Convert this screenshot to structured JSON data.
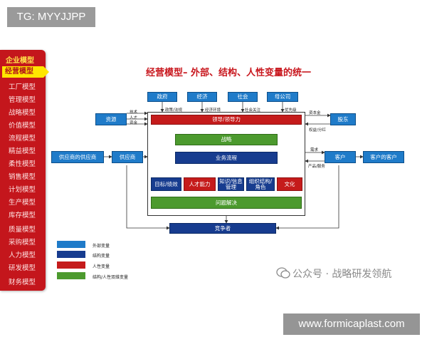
{
  "overlay": {
    "tag": "TG: MYYJJPP",
    "url": "www.formicaplast.com"
  },
  "sidebar": {
    "header": "企业模型",
    "active": "经营模型",
    "items": [
      "工厂模型",
      "管理模型",
      "战略模型",
      "价值模型",
      "流程模型",
      "精益模型",
      "柔性模型",
      "销售模型",
      "计划模型",
      "生产模型",
      "库存模型",
      "质量模型",
      "采购模型",
      "人力模型",
      "研发模型",
      "财务模型"
    ]
  },
  "diagram": {
    "title": "经营模型– 外部、结构、人性变量的统一",
    "top_boxes": [
      "政府",
      "经济",
      "社会",
      "母公司"
    ],
    "top_labels": [
      "政策/法规",
      "经济环境",
      "社会关注",
      "优先级"
    ],
    "resource": "资源",
    "resource_labels": [
      "技术",
      "人才",
      "资金"
    ],
    "shareholder": "股东",
    "shareholder_labels": [
      "资本金",
      "权益/分红"
    ],
    "supplier_of_supplier": "供应商的供应商",
    "supplier": "供应商",
    "customer": "客户",
    "customer_of_customer": "客户的客户",
    "customer_labels": [
      "需求",
      "产品/服务"
    ],
    "leadership": "领导/领导力",
    "strategy": "战略",
    "process": "业务流程",
    "row": [
      "目标/绩效",
      "人才能力",
      "知识/信息管理",
      "组织结构/角色",
      "文化"
    ],
    "solve": "问题解决",
    "competitor": "竞争者"
  },
  "legend": [
    {
      "label": "外部变量",
      "color": "#1f7bc9"
    },
    {
      "label": "结构变量",
      "color": "#173c8f"
    },
    {
      "label": "人性变量",
      "color": "#c51b1b"
    },
    {
      "label": "结构/人性双维变量",
      "color": "#4c9a2e"
    }
  ],
  "watermark": "公众号 · 战略研发领航"
}
